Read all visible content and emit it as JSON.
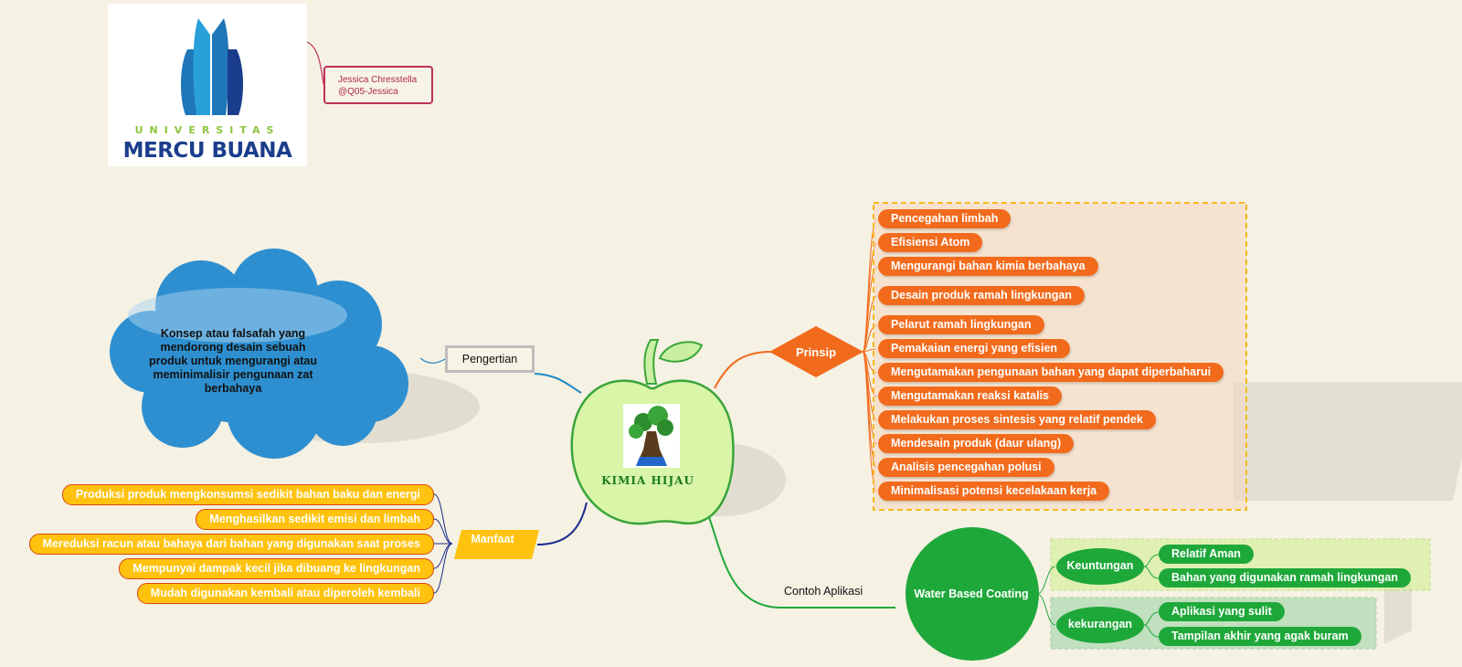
{
  "logo": {
    "word_top": "UNIVERSITAS",
    "word_bottom": "MERCU BUANA",
    "colors": {
      "flame_dark": "#1a3e8c",
      "flame_light": "#2aa0d8",
      "word_top": "#8cc63f"
    }
  },
  "author": {
    "name": "Jessica Chresstella",
    "handle": "@Q05-Jessica"
  },
  "center": {
    "label": "KIMIA HIJAU",
    "icon": "tree-flask-icon",
    "fill": "#d8f5a8",
    "stroke": "#3aa53a"
  },
  "pengertian": {
    "label": "Pengertian",
    "cloud_text": "Konsep atau falsafah yang mendorong desain sebuah produk untuk mengurangi atau meminimalisir pengunaan zat berbahaya",
    "cloud_color": "#1e88c8"
  },
  "prinsip": {
    "label": "Prinsip",
    "color": "#f26b1d",
    "items": [
      "Pencegahan limbah",
      "Efisiensi Atom",
      "Mengurangi bahan kimia berbahaya",
      "Desain produk ramah lingkungan",
      "Pelarut ramah lingkungan",
      "Pemakaian energi yang efisien",
      "Mengutamakan pengunaan bahan yang dapat diperbaharui",
      "Mengutamakan reaksi katalis",
      "Melakukan proses sintesis yang relatif pendek",
      "Mendesain produk (daur ulang)",
      "Analisis pencegahan polusi",
      "Minimalisasi potensi kecelakaan kerja"
    ]
  },
  "manfaat": {
    "label": "Manfaat",
    "color": "#ffc20e",
    "items": [
      "Produksi produk mengkonsumsi sedikit bahan baku dan energi",
      "Menghasilkan sedikit emisi dan limbah",
      "Mereduksi racun atau bahaya dari bahan yang digunakan saat proses",
      "Mempunyai dampak kecil jika dibuang ke lingkungan",
      "Mudah digunakan kembali atau diperoleh kembali"
    ]
  },
  "contoh": {
    "label": "Contoh Aplikasi",
    "node": "Water Based Coating",
    "color": "#1fa83a",
    "keuntungan": {
      "label": "Keuntungan",
      "items": [
        "Relatif Aman",
        "Bahan yang digunakan ramah lingkungan"
      ]
    },
    "kekurangan": {
      "label": "kekurangan",
      "items": [
        "Aplikasi yang sulit",
        "Tampilan akhir yang agak buram"
      ]
    }
  }
}
